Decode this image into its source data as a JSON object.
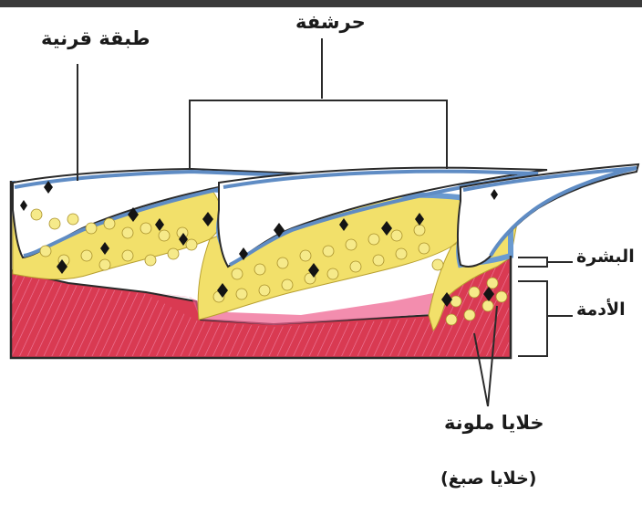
{
  "labels": {
    "horny_layer": "طبقة قرنية",
    "scale": "حرشفة",
    "epidermis": "البشرة",
    "dermis": "الأدمة",
    "pigment_cells": "خلايا ملونة",
    "pigment_cells_alt": "(خلايا صبغ)"
  },
  "colors": {
    "top_border": "#3a3a3a",
    "outline": "#2a2a2a",
    "scale_blue": "#5f8cc4",
    "epidermis_blue": "#6a9ad0",
    "dermis_red": "#d93a52",
    "dermis_pink": "#ee5d8c",
    "cell_yellow": "#f2e06a",
    "pigment_black": "#141414"
  }
}
